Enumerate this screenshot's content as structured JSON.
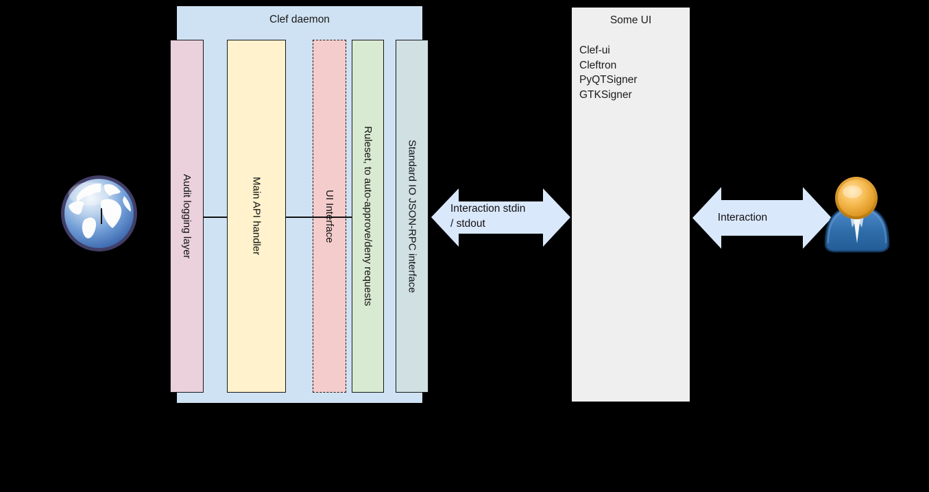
{
  "clef_daemon": {
    "title": "Clef daemon",
    "layers": [
      {
        "id": "audit",
        "label": "Audit logging layer",
        "color": "#ead1dc",
        "border": "solid"
      },
      {
        "id": "api",
        "label": "Main API handler",
        "color": "#fff2cc",
        "border": "solid"
      },
      {
        "id": "ui",
        "label": "UI Interface",
        "color": "#f4cccc",
        "border": "dashed"
      },
      {
        "id": "ruleset",
        "label": "Ruleset, to auto-approve/deny requests",
        "color": "#d9ead3",
        "border": "solid"
      },
      {
        "id": "stdio",
        "label": "Standard IO JSON-RPC interface",
        "color": "#d0e0e3",
        "border": "solid"
      }
    ],
    "fill": "#cfe2f3"
  },
  "some_ui": {
    "title": "Some UI",
    "items": [
      "Clef-ui",
      "Cleftron",
      "PyQTSigner",
      "GTKSigner"
    ],
    "fill": "#efefef"
  },
  "arrows": {
    "stdin": {
      "line1": "Interaction stdin",
      "line2": "/ stdout",
      "fill": "#dae8fc",
      "direction": "double"
    },
    "user": {
      "label": "Interaction",
      "fill": "#dae8fc",
      "direction": "double"
    }
  },
  "icons": {
    "globe": "globe (external network)",
    "user": "user (person)"
  },
  "colors": {
    "background": "#000000",
    "stroke": "#111111",
    "daemon_box": "#cfe2f3",
    "some_ui_box": "#efefef",
    "arrow_fill": "#dae8fc"
  }
}
